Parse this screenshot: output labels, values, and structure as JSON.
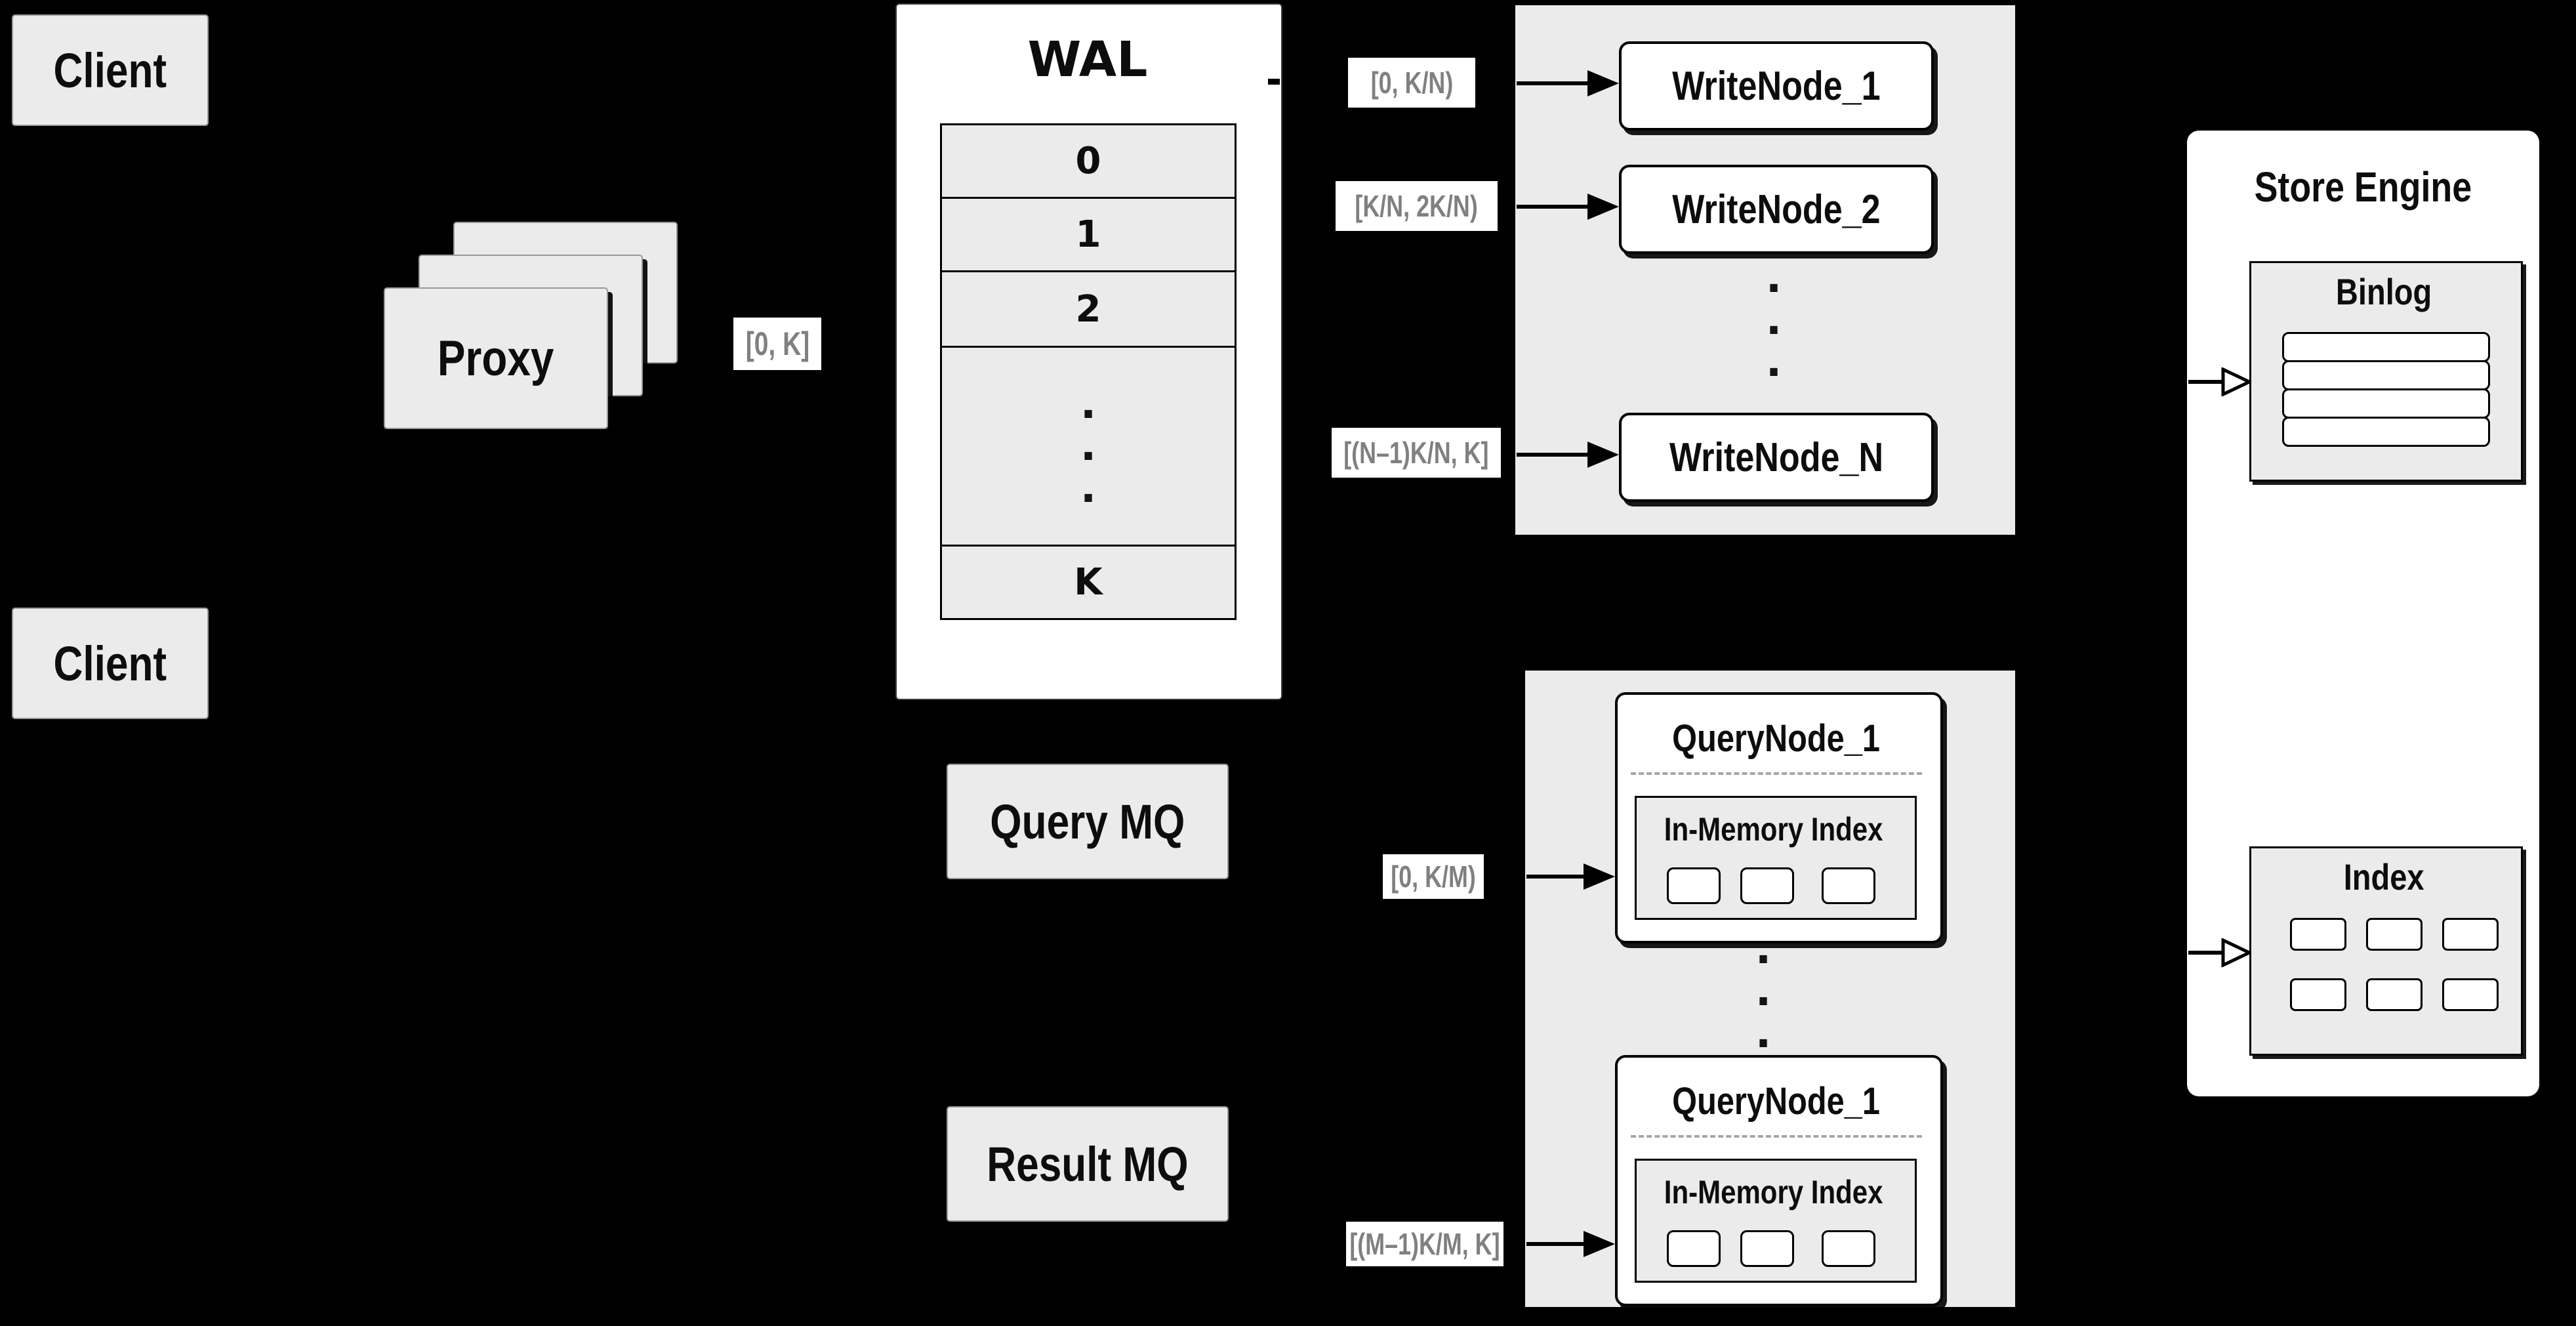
{
  "clients": {
    "top": "Client",
    "bottom": "Client"
  },
  "proxy": {
    "label": "Proxy",
    "range": "[0, K]"
  },
  "wal": {
    "title": "WAL",
    "rows": [
      "0",
      "1",
      "2"
    ],
    "tail_row": "K"
  },
  "write": {
    "ranges": [
      "[0,  K/N)",
      "[K/N, 2K/N)",
      "[(N–1)K/N,  K]"
    ],
    "nodes": [
      "WriteNode_1",
      "WriteNode_2",
      "WriteNode_N"
    ]
  },
  "query": {
    "query_mq": "Query MQ",
    "result_mq": "Result MQ",
    "ranges": [
      "[0, K/M)",
      "[(M–1)K/M, K]"
    ],
    "nodes": [
      {
        "title": "QueryNode_1",
        "index_label": "In-Memory Index"
      },
      {
        "title": "QueryNode_1",
        "index_label": "In-Memory Index"
      }
    ]
  },
  "store": {
    "title": "Store Engine",
    "binlog": "Binlog",
    "index": "Index"
  },
  "glyphs": {
    "dot": "."
  },
  "colors": {
    "background": "#000000",
    "box_fill": "#ebebeb",
    "node_fill": "#ffffff",
    "border": "#000000",
    "muted_text": "#808080",
    "text": "#0d0d0d",
    "dashed_line": "#a6a6a6"
  }
}
